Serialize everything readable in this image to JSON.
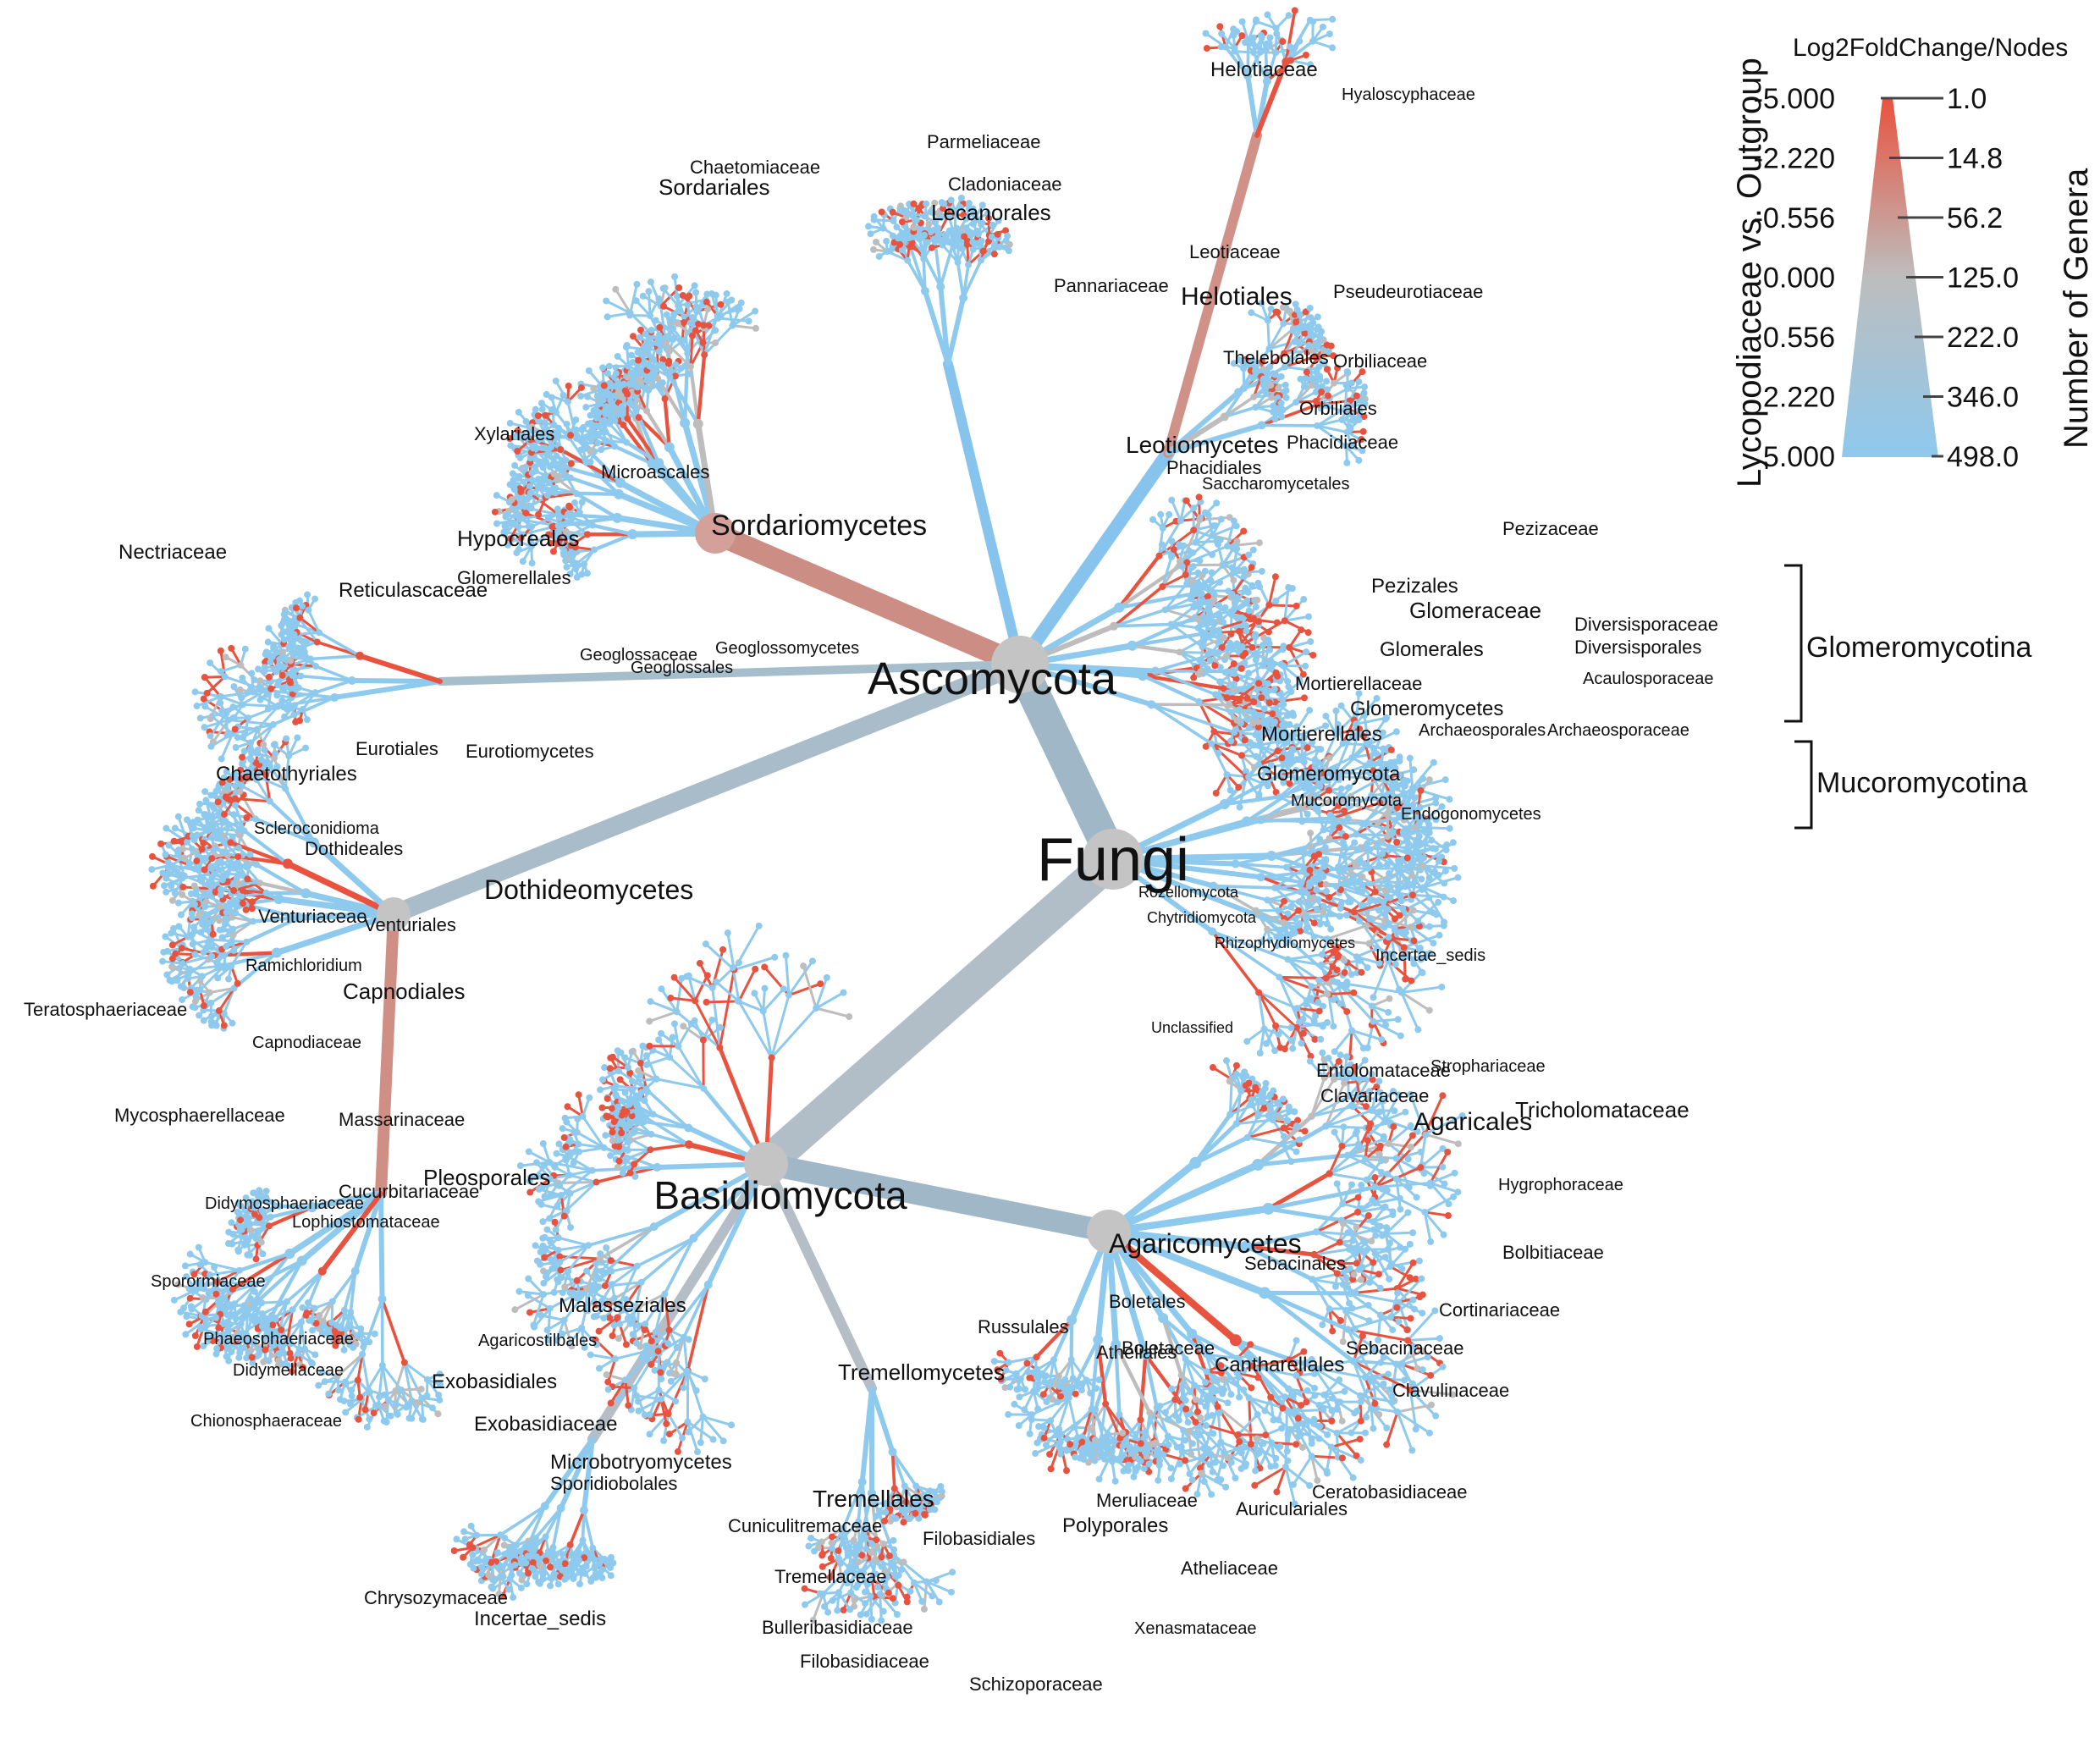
{
  "colors": {
    "depleted": "#e8533f",
    "neutral": "#bdbdbd",
    "enriched": "#8ec9ee",
    "node": "#c4c4c4"
  },
  "legend": {
    "title": "Log2FoldChange/Nodes",
    "left_axis": "Lycopodiaceae vs. Outgroup",
    "right_axis": "Number of Genera",
    "left_ticks": [
      "-5.000",
      "-2.220",
      "-0.556",
      "0.000",
      "0.556",
      "2.220",
      "5.000"
    ],
    "right_ticks": [
      "1.0",
      "14.8",
      "56.2",
      "125.0",
      "222.0",
      "346.0",
      "498.0"
    ]
  },
  "groups": {
    "glomeromycotina": "Glomeromycotina",
    "mucoromycotina": "Mucoromycotina"
  },
  "major": {
    "fungi": "Fungi",
    "ascomycota": "Ascomycota",
    "basidiomycota": "Basidiomycota"
  },
  "labels": [
    [
      "Sordariomycetes",
      0,
      1,
      34
    ],
    [
      "Dothideomycetes",
      0,
      1,
      32
    ],
    [
      "Leotiomycetes",
      0,
      1,
      28
    ],
    [
      "Helotiales",
      0,
      1,
      30
    ],
    [
      "Agaricomycetes",
      0,
      1,
      32
    ],
    [
      "Agaricales",
      0,
      1,
      30
    ],
    [
      "Tremellomycetes",
      0,
      1,
      26
    ],
    [
      "Tremellales",
      0,
      1,
      28
    ],
    [
      "Pleosporales",
      0,
      1,
      26
    ],
    [
      "Capnodiales",
      0,
      1,
      26
    ],
    [
      "Hypocreales",
      0,
      1,
      26
    ],
    [
      "Sordariales",
      0,
      1,
      26
    ],
    [
      "Lecanorales",
      0,
      1,
      26
    ],
    [
      "Glomeraceae",
      0,
      1,
      26
    ],
    [
      "Glomerales",
      0,
      1,
      24
    ],
    [
      "Mortierellales",
      0,
      1,
      24
    ],
    [
      "Glomeromycota",
      0,
      1,
      24
    ],
    [
      "Tricholomataceae",
      0,
      1,
      26
    ],
    [
      "Pezizales",
      0,
      1,
      24
    ],
    [
      "Pezizaceae",
      0,
      1,
      22
    ],
    [
      "Agaricostilbales",
      0,
      1,
      20
    ],
    [
      "Xylariales",
      0,
      1,
      22
    ],
    [
      "Microascales",
      0,
      1,
      22
    ],
    [
      "Chaetomiaceae",
      0,
      1,
      22
    ],
    [
      "Parmeliaceae",
      0,
      1,
      22
    ],
    [
      "Cladoniaceae",
      0,
      1,
      22
    ],
    [
      "Pannariaceae",
      0,
      1,
      22
    ],
    [
      "Helotiaceae",
      0,
      1,
      24
    ],
    [
      "Leotiaceae",
      0,
      1,
      22
    ],
    [
      "Hyaloscyphaceae",
      0,
      1,
      20
    ],
    [
      "Pseudeurotiaceae",
      0,
      1,
      22
    ],
    [
      "Orbiliaceae",
      0,
      1,
      22
    ],
    [
      "Orbiliales",
      0,
      1,
      22
    ],
    [
      "Thelebolales",
      0,
      1,
      22
    ],
    [
      "Phacidiaceae",
      0,
      1,
      22
    ],
    [
      "Phacidiales",
      0,
      1,
      22
    ],
    [
      "Saccharomycetales",
      0,
      1,
      20
    ],
    [
      "Diversisporaceae",
      0,
      1,
      22
    ],
    [
      "Diversisporales",
      0,
      1,
      22
    ],
    [
      "Acaulosporaceae",
      0,
      1,
      20
    ],
    [
      "Archaeosporales",
      0,
      1,
      20
    ],
    [
      "Archaeosporaceae",
      0,
      1,
      20
    ],
    [
      "Mortierellaceae",
      0,
      1,
      22
    ],
    [
      "Glomeromycetes",
      0,
      1,
      24
    ],
    [
      "Endogonomycetes",
      0,
      1,
      20
    ],
    [
      "Mucoromycota",
      0,
      1,
      20
    ],
    [
      "Nectriaceae",
      0,
      1,
      24
    ],
    [
      "Reticulascaceae",
      0,
      1,
      24
    ],
    [
      "Glomerellales",
      0,
      1,
      22
    ],
    [
      "Chaetothyriales",
      0,
      1,
      24
    ],
    [
      "Eurotiales",
      0,
      1,
      22
    ],
    [
      "Eurotiomycetes",
      0,
      1,
      22
    ],
    [
      "Venturiales",
      0,
      1,
      22
    ],
    [
      "Venturiaceae",
      0,
      1,
      22
    ],
    [
      "Dothideales",
      0,
      1,
      22
    ],
    [
      "Teratosphaeriaceae",
      0,
      1,
      22
    ],
    [
      "Mycosphaerellaceae",
      0,
      1,
      22
    ],
    [
      "Massarinaceae",
      0,
      1,
      22
    ],
    [
      "Cucurbitariaceae",
      0,
      1,
      22
    ],
    [
      "Exobasidiales",
      0,
      1,
      24
    ],
    [
      "Exobasidiaceae",
      0,
      1,
      24
    ],
    [
      "Malasseziales",
      0,
      1,
      24
    ],
    [
      "Microbotryomycetes",
      0,
      1,
      24
    ],
    [
      "Sporidiobolales",
      0,
      1,
      22
    ],
    [
      "Cuniculitremaceae",
      0,
      1,
      22
    ],
    [
      "Tremellaceae",
      0,
      1,
      22
    ],
    [
      "Bulleribasidiaceae",
      0,
      1,
      22
    ],
    [
      "Filobasidiaceae",
      0,
      1,
      22
    ],
    [
      "Filobasidiales",
      0,
      1,
      22
    ],
    [
      "Chrysozymaceae",
      0,
      1,
      22
    ],
    [
      "Incertae_sedis",
      0,
      1,
      24
    ],
    [
      "Russulales",
      0,
      1,
      22
    ],
    [
      "Atheliales",
      0,
      1,
      22
    ],
    [
      "Polyporales",
      0,
      1,
      24
    ],
    [
      "Meruliaceae",
      0,
      1,
      22
    ],
    [
      "Atheliaceae",
      0,
      1,
      22
    ],
    [
      "Auriculariales",
      0,
      1,
      22
    ],
    [
      "Ceratobasidiaceae",
      0,
      1,
      22
    ],
    [
      "Cantharellales",
      0,
      1,
      24
    ],
    [
      "Sebacinales",
      0,
      1,
      22
    ],
    [
      "Sebacinaceae",
      0,
      1,
      22
    ],
    [
      "Cortinariaceae",
      0,
      1,
      22
    ],
    [
      "Bolbitiaceae",
      0,
      1,
      22
    ],
    [
      "Hygrophoraceae",
      0,
      1,
      20
    ],
    [
      "Entolomataceae",
      0,
      1,
      22
    ],
    [
      "Clavariaceae",
      0,
      1,
      22
    ],
    [
      "Strophariaceae",
      0,
      1,
      20
    ],
    [
      "Boletales",
      0,
      1,
      22
    ],
    [
      "Boletaceae",
      0,
      1,
      22
    ],
    [
      "Clavulinaceae",
      0,
      1,
      22
    ],
    [
      "Xenasmataceae",
      0,
      1,
      20
    ],
    [
      "Schizoporaceae",
      0,
      1,
      22
    ],
    [
      "Chionosphaeraceae",
      0,
      1,
      20
    ],
    [
      "Didymellaceae",
      0,
      1,
      20
    ],
    [
      "Lophiostomataceae",
      0,
      1,
      20
    ],
    [
      "Sporormiaceae",
      0,
      1,
      20
    ],
    [
      "Didymosphaeriaceae",
      0,
      1,
      20
    ],
    [
      "Phaeosphaeriaceae",
      0,
      1,
      20
    ],
    [
      "Ramichloridium",
      0,
      1,
      20
    ],
    [
      "Capnodiaceae",
      0,
      1,
      20
    ],
    [
      "Scleroconidioma",
      0,
      1,
      20
    ],
    [
      "Geoglossomycetes",
      0,
      1,
      20
    ],
    [
      "Geoglossales",
      0,
      1,
      20
    ],
    [
      "Geoglossaceae",
      0,
      1,
      20
    ],
    [
      "Incertae_sedis",
      0,
      1,
      20
    ],
    [
      "Unclassified",
      0,
      1,
      18
    ],
    [
      "Rozellomycota",
      0,
      1,
      18
    ],
    [
      "Chytridiomycota",
      0,
      1,
      18
    ],
    [
      "Rhizophydiomycetes",
      0,
      1,
      18
    ]
  ]
}
